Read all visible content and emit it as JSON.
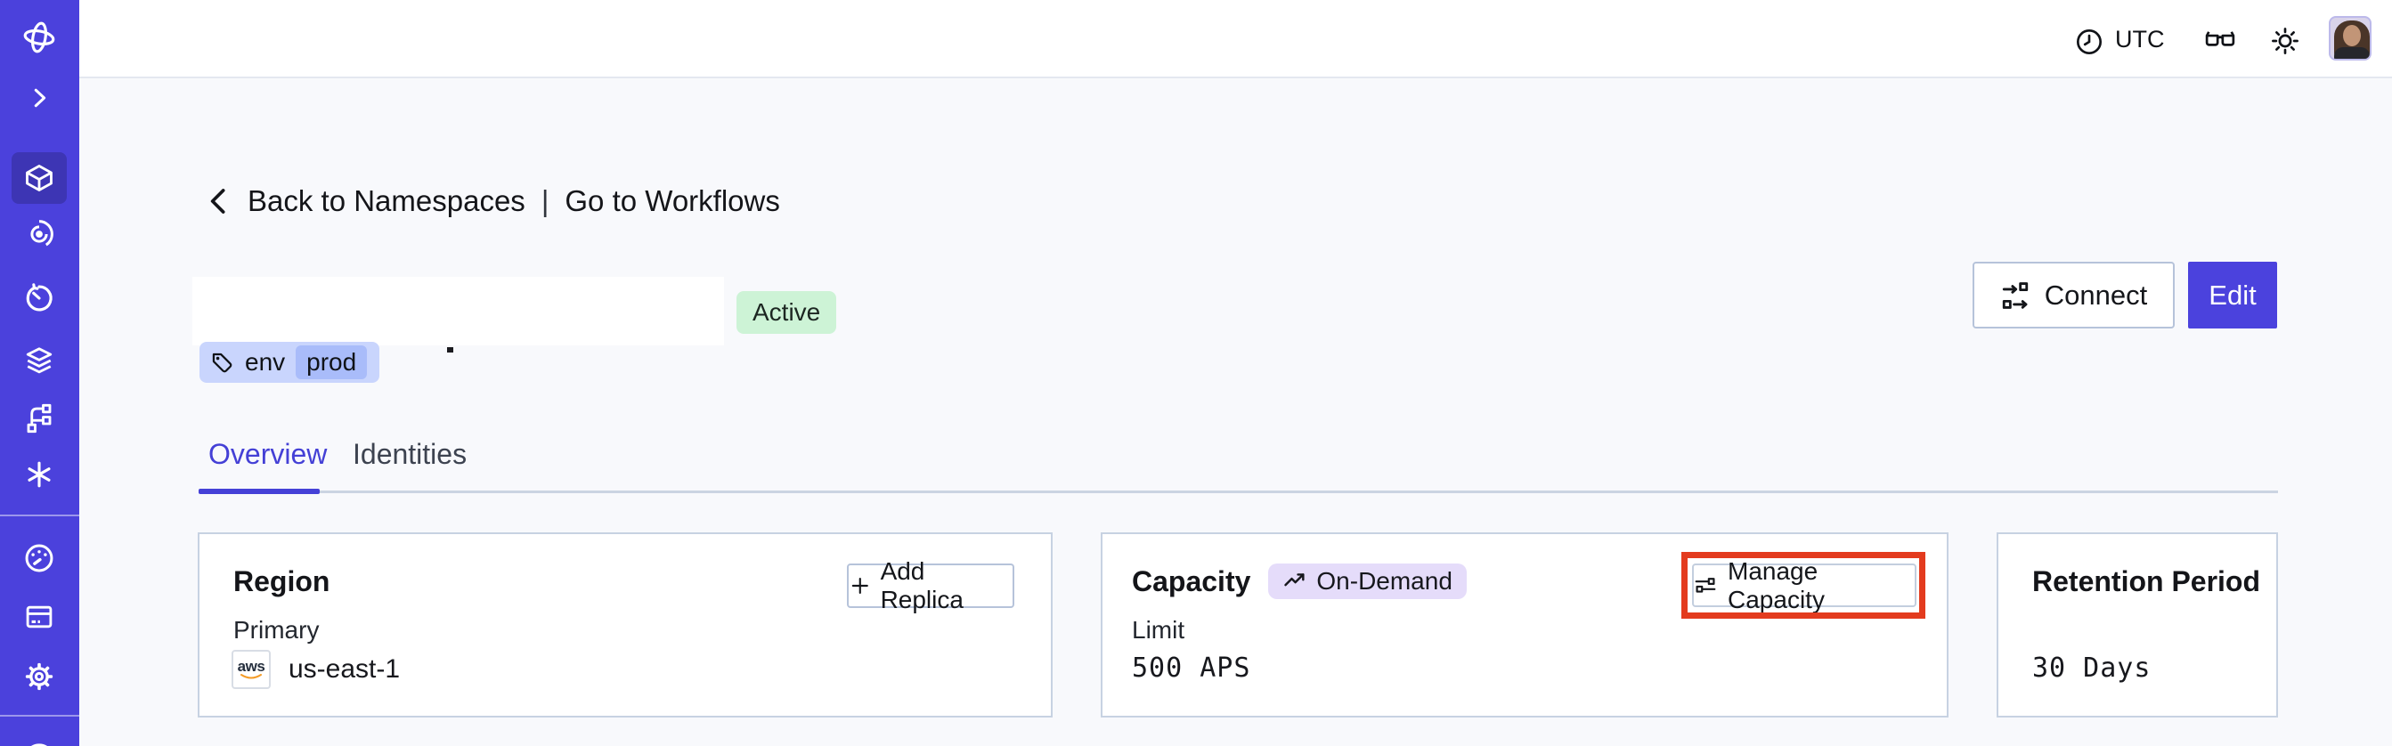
{
  "topbar": {
    "timezone": "UTC",
    "icons": [
      "clock-icon",
      "glasses-icon",
      "sun-icon",
      "avatar"
    ]
  },
  "sidebar": {
    "color": "#4b41dc",
    "items": [
      {
        "name": "temporal-logo"
      },
      {
        "name": "expand-sidebar"
      },
      {
        "name": "namespaces",
        "active": true
      },
      {
        "name": "workflows"
      },
      {
        "name": "schedules"
      },
      {
        "name": "deployments"
      },
      {
        "name": "batch-operations"
      },
      {
        "name": "nexus"
      },
      {
        "name": "usage"
      },
      {
        "name": "billing"
      },
      {
        "name": "settings"
      },
      {
        "name": "profile"
      }
    ]
  },
  "breadcrumb": {
    "back": "Back to Namespaces",
    "separator": "|",
    "forward": "Go to Workflows"
  },
  "namespace": {
    "name_redacted": true,
    "status": "Active",
    "tag_key": "env",
    "tag_value": "prod"
  },
  "actions": {
    "connect": "Connect",
    "edit": "Edit"
  },
  "tabs": [
    {
      "label": "Overview",
      "active": true
    },
    {
      "label": "Identities",
      "active": false
    }
  ],
  "cards": {
    "region": {
      "title": "Region",
      "button": "Add Replica",
      "label": "Primary",
      "provider": "aws",
      "value": "us-east-1"
    },
    "capacity": {
      "title": "Capacity",
      "badge": "On-Demand",
      "button": "Manage Capacity",
      "label": "Limit",
      "value": "500 APS",
      "annotation": "red-highlight-box"
    },
    "retention": {
      "title": "Retention Period",
      "value": "30 Days"
    }
  },
  "colors": {
    "sidebar": "#4b41dc",
    "accent_indigo": "#4b42dd",
    "active_badge_bg": "#cdf3d6",
    "tag_bg": "#c9d5fd",
    "tag_inner_bg": "#a9bcfa",
    "on_demand_bg": "#e5dcfa",
    "annotation_red": "#e33b1e",
    "page_bg": "#f8f9fc",
    "card_border": "#c7d2e2"
  }
}
